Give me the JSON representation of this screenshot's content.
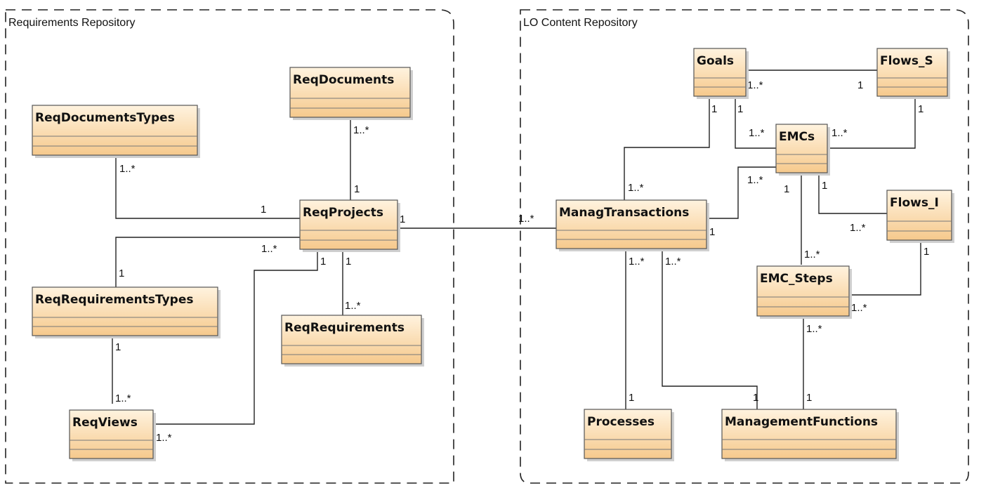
{
  "colors": {
    "box_fill_top": "#fff3df",
    "box_fill_bottom": "#f6c98c",
    "box_stroke": "#555555",
    "line": "#222222",
    "shadow": "#cfcfcf"
  },
  "packages": [
    {
      "id": "req-repo",
      "label": "Requirements Repository"
    },
    {
      "id": "lo-repo",
      "label": "LO Content Repository"
    }
  ],
  "classes": [
    {
      "id": "ReqDocumentsTypes",
      "label": "ReqDocumentsTypes"
    },
    {
      "id": "ReqDocuments",
      "label": "ReqDocuments"
    },
    {
      "id": "ReqProjects",
      "label": "ReqProjects"
    },
    {
      "id": "ReqRequirementsTypes",
      "label": "ReqRequirementsTypes"
    },
    {
      "id": "ReqRequirements",
      "label": "ReqRequirements"
    },
    {
      "id": "ReqViews",
      "label": "ReqViews"
    },
    {
      "id": "Goals",
      "label": "Goals"
    },
    {
      "id": "Flows_S",
      "label": "Flows_S"
    },
    {
      "id": "EMCs",
      "label": "EMCs"
    },
    {
      "id": "ManagTransactions",
      "label": "ManagTransactions"
    },
    {
      "id": "Flows_I",
      "label": "Flows_I"
    },
    {
      "id": "EMC_Steps",
      "label": "EMC_Steps"
    },
    {
      "id": "Processes",
      "label": "Processes"
    },
    {
      "id": "ManagementFunctions",
      "label": "ManagementFunctions"
    }
  ],
  "associations": [
    {
      "id": "doctypes-projects",
      "from": "ReqDocumentsTypes",
      "to": "ReqProjects",
      "from_mult": "1..*",
      "to_mult": "1"
    },
    {
      "id": "docs-projects",
      "from": "ReqDocuments",
      "to": "ReqProjects",
      "from_mult": "1..*",
      "to_mult": "1"
    },
    {
      "id": "reqtypes-projects",
      "from": "ReqRequirementsTypes",
      "to": "ReqProjects",
      "from_mult": "1",
      "to_mult": "1..*"
    },
    {
      "id": "views-projects",
      "from": "ReqViews",
      "to": "ReqProjects",
      "from_mult": "1..*",
      "to_mult": "1"
    },
    {
      "id": "requirements-projects",
      "from": "ReqRequirements",
      "to": "ReqProjects",
      "from_mult": "1..*",
      "to_mult": "1"
    },
    {
      "id": "reqtypes-views",
      "from": "ReqRequirementsTypes",
      "to": "ReqViews",
      "from_mult": "1",
      "to_mult": "1..*"
    },
    {
      "id": "projects-transactions",
      "from": "ReqProjects",
      "to": "ManagTransactions",
      "from_mult": "1",
      "to_mult": "1..*"
    },
    {
      "id": "goals-flows-s",
      "from": "Goals",
      "to": "Flows_S",
      "from_mult": "1..*",
      "to_mult": "1"
    },
    {
      "id": "goals-emcs",
      "from": "Goals",
      "to": "EMCs",
      "from_mult": "1",
      "to_mult": "1..*"
    },
    {
      "id": "flows-s-emcs",
      "from": "Flows_S",
      "to": "EMCs",
      "from_mult": "1",
      "to_mult": "1..*"
    },
    {
      "id": "goals-transactions",
      "from": "Goals",
      "to": "ManagTransactions",
      "from_mult": "1",
      "to_mult": "1..*"
    },
    {
      "id": "transactions-emcs",
      "from": "ManagTransactions",
      "to": "EMCs",
      "from_mult": "1",
      "to_mult": "1..*"
    },
    {
      "id": "emcs-steps",
      "from": "EMCs",
      "to": "EMC_Steps",
      "from_mult": "1",
      "to_mult": "1..*"
    },
    {
      "id": "emcs-flows-i",
      "from": "EMCs",
      "to": "Flows_I",
      "from_mult": "1",
      "to_mult": "1..*"
    },
    {
      "id": "flows-i-steps",
      "from": "Flows_I",
      "to": "EMC_Steps",
      "from_mult": "1",
      "to_mult": "1..*"
    },
    {
      "id": "transactions-processes",
      "from": "ManagTransactions",
      "to": "Processes",
      "from_mult": "1..*",
      "to_mult": "1"
    },
    {
      "id": "transactions-functions",
      "from": "ManagTransactions",
      "to": "ManagementFunctions",
      "from_mult": "1..*",
      "to_mult": "1"
    },
    {
      "id": "steps-functions",
      "from": "EMC_Steps",
      "to": "ManagementFunctions",
      "from_mult": "1..*",
      "to_mult": "1"
    }
  ]
}
